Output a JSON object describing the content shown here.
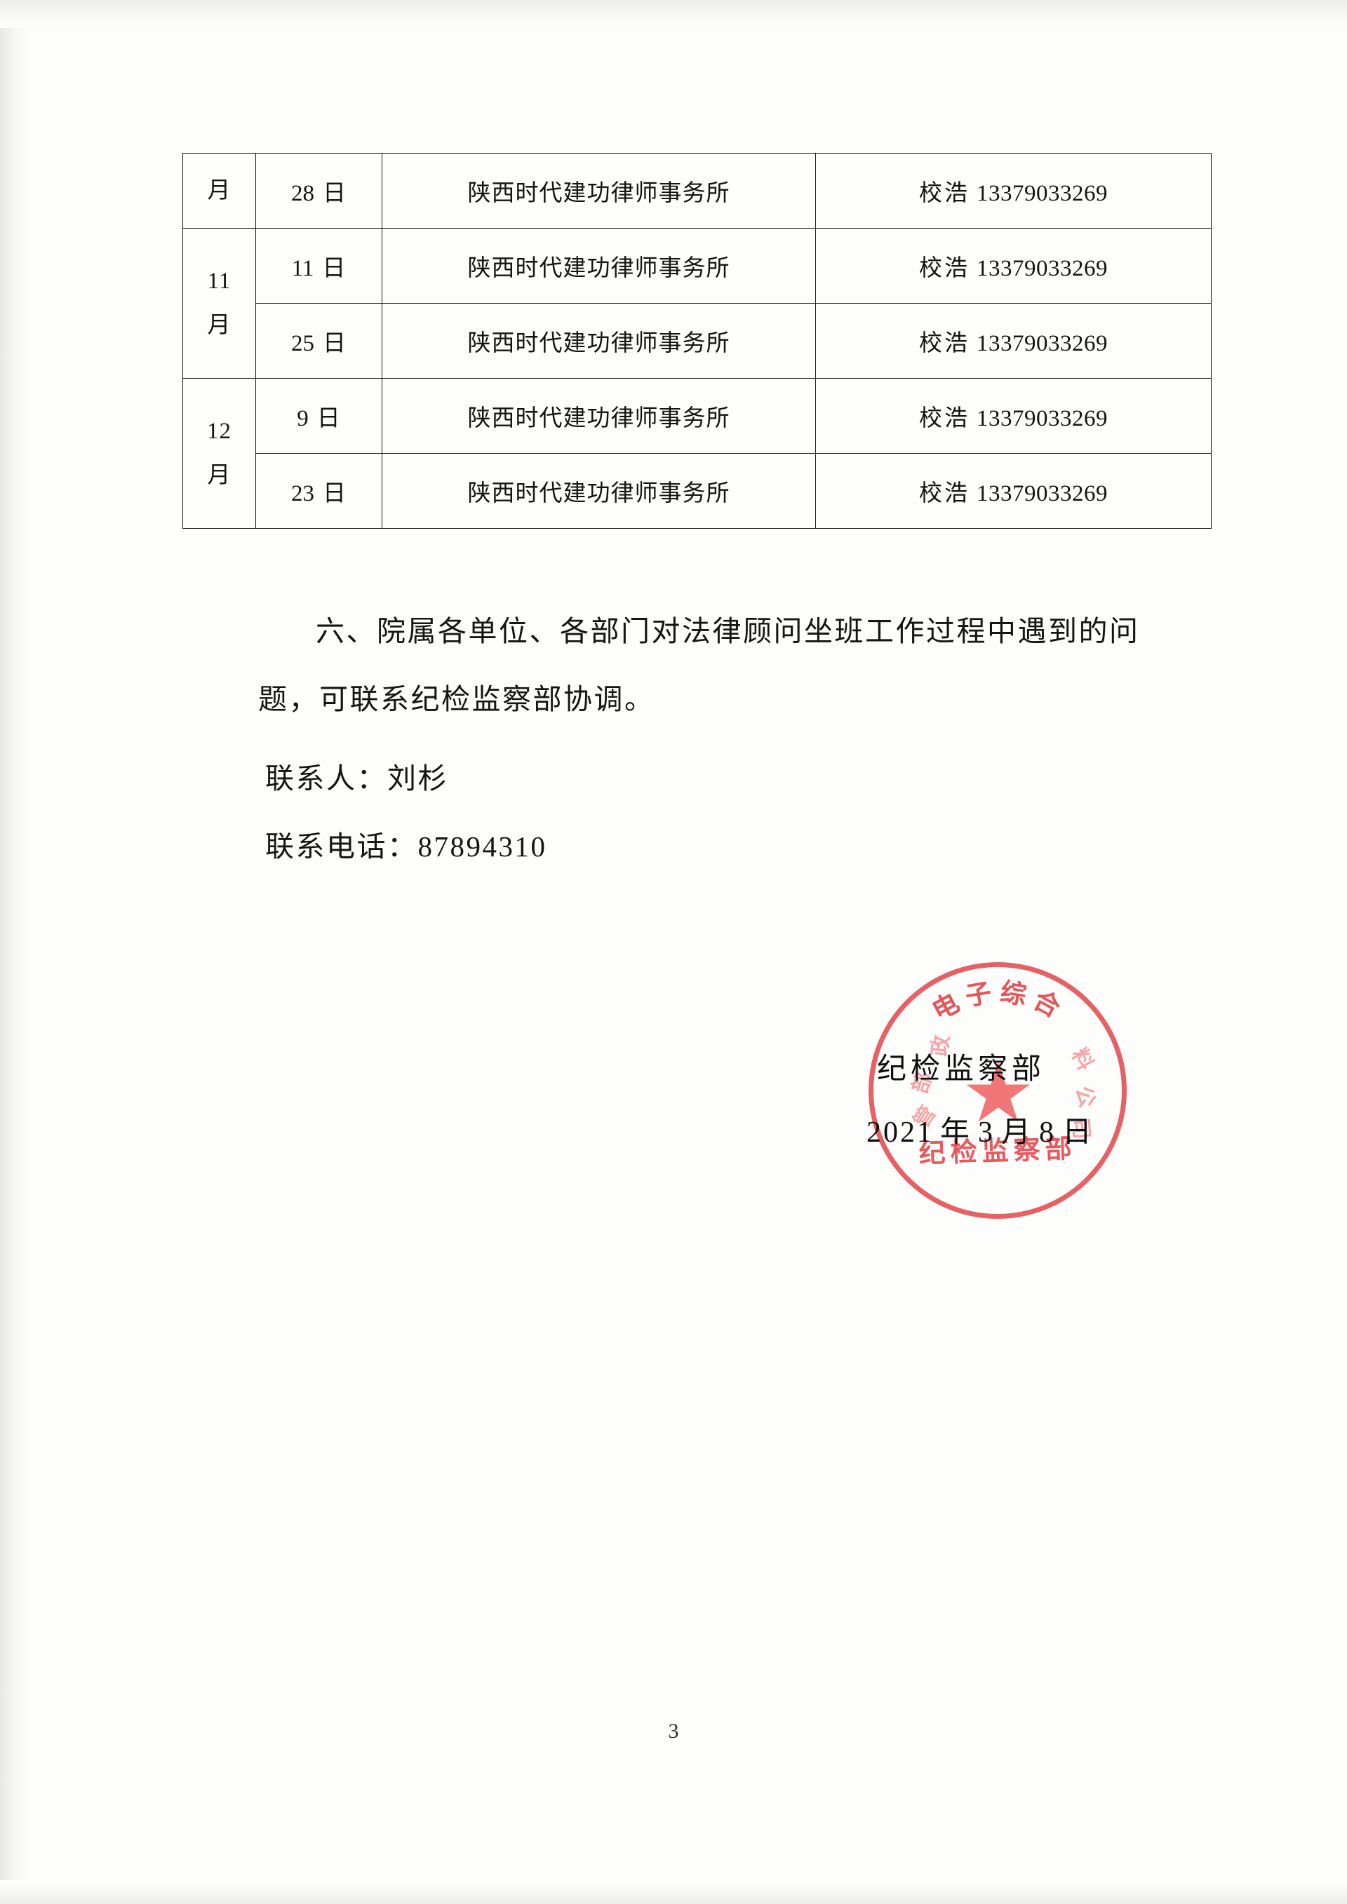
{
  "document": {
    "page_number": "3"
  },
  "table": {
    "rows": [
      {
        "month": "月",
        "month_rowspan": 1,
        "day_number": "28",
        "day_suffix": "日",
        "firm": "陕西时代建功律师事务所",
        "contact_name": "校浩",
        "contact_phone": "13379033269"
      },
      {
        "month_top": "11",
        "month_bottom": "月",
        "month_rowspan": 2,
        "day_number": "11",
        "day_suffix": "日",
        "firm": "陕西时代建功律师事务所",
        "contact_name": "校浩",
        "contact_phone": "13379033269"
      },
      {
        "day_number": "25",
        "day_suffix": "日",
        "firm": "陕西时代建功律师事务所",
        "contact_name": "校浩",
        "contact_phone": "13379033269"
      },
      {
        "month_top": "12",
        "month_bottom": "月",
        "month_rowspan": 2,
        "day_number": "9",
        "day_suffix": "日",
        "firm": "陕西时代建功律师事务所",
        "contact_name": "校浩",
        "contact_phone": "13379033269"
      },
      {
        "day_number": "23",
        "day_suffix": "日",
        "firm": "陕西时代建功律师事务所",
        "contact_name": "校浩",
        "contact_phone": "13379033269"
      }
    ]
  },
  "body": {
    "paragraph_six": "六、院属各单位、各部门对法律顾问坐班工作过程中遇到的问题，可联系纪检监察部协调。",
    "contact_person_line": "联系人：刘杉",
    "contact_phone_line": "联系电话：87894310"
  },
  "seal": {
    "arc_text": "电子综合",
    "bottom_text": "纪检监察部",
    "star_glyph": "★",
    "overlay_department": "纪检监察部",
    "overlay_date": {
      "year": "2021",
      "year_label": "年",
      "month": "3",
      "month_label": "月",
      "day": "8",
      "day_label": "日"
    },
    "smudge_fragments": [
      "部",
      "管",
      "料",
      "公",
      "司",
      "政"
    ],
    "color_red": "#e6484c",
    "color_star": "#ef5f60"
  }
}
